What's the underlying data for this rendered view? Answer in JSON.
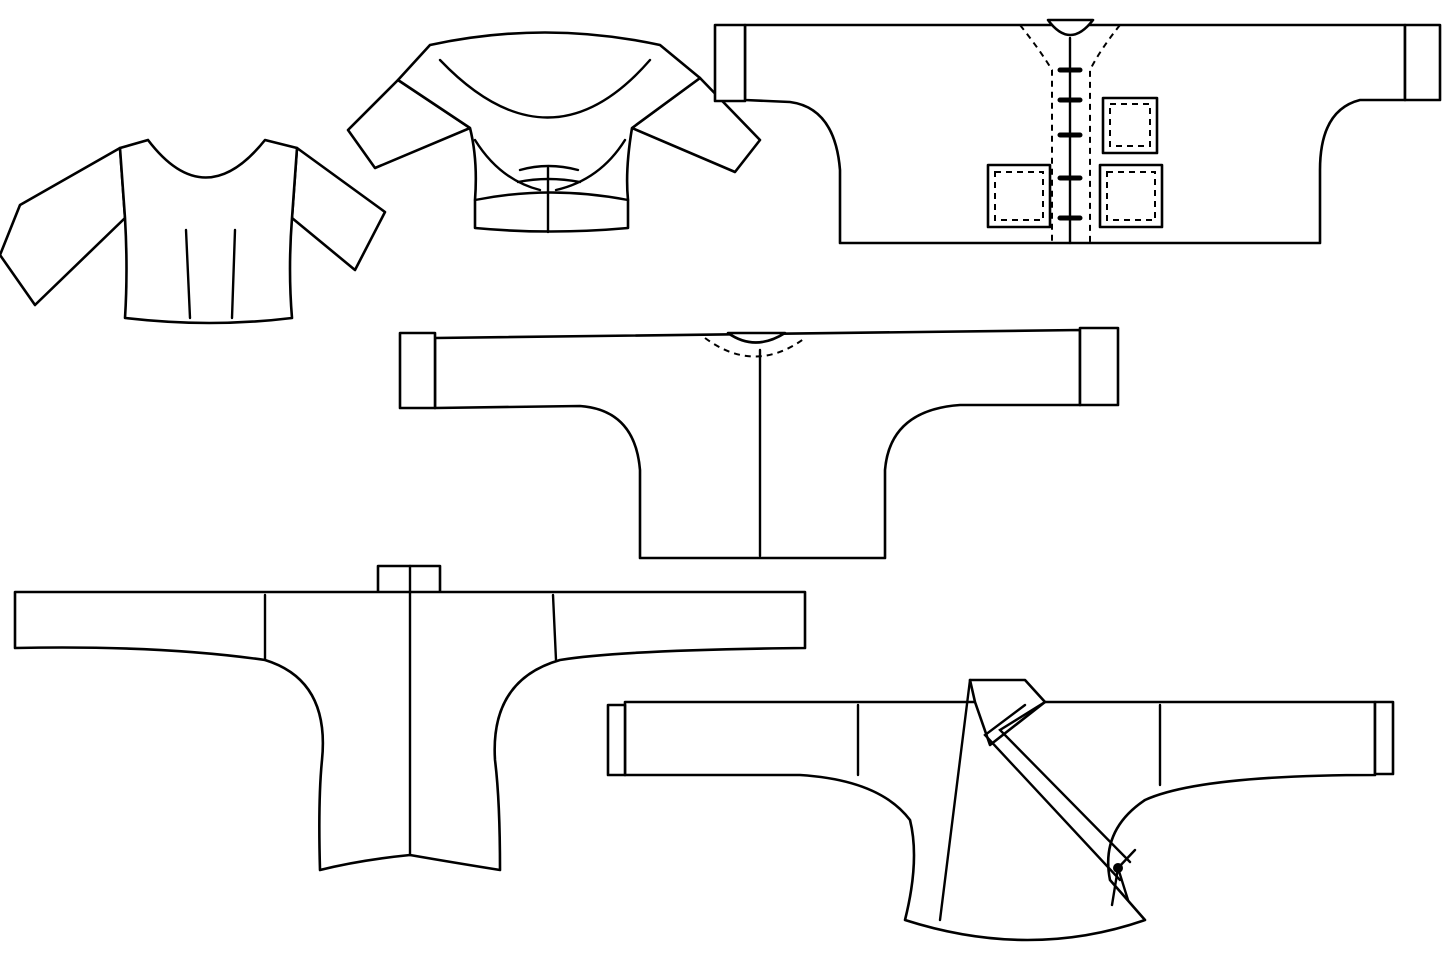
{
  "colors": {
    "background": "#ffffff",
    "line": "#000000"
  },
  "garments": [
    {
      "id": "fitted-blouse"
    },
    {
      "id": "choli-blouse"
    },
    {
      "id": "frog-closure-jacket-with-pockets"
    },
    {
      "id": "kimono-sleeve-jacket"
    },
    {
      "id": "dolman-top-with-stand-collar"
    },
    {
      "id": "wrap-top-with-tie"
    }
  ]
}
